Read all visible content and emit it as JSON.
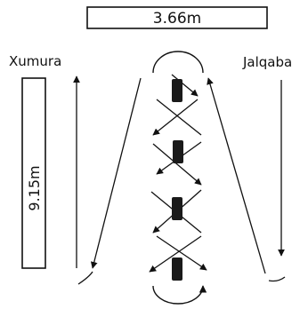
{
  "width_label": "3.66m",
  "length_label": "9.15m",
  "labels": {
    "left": "Xumura",
    "right": "Jalqaba"
  },
  "colors": {
    "line": "#111111",
    "marker": "#1a1a1a",
    "background": "#ffffff"
  }
}
